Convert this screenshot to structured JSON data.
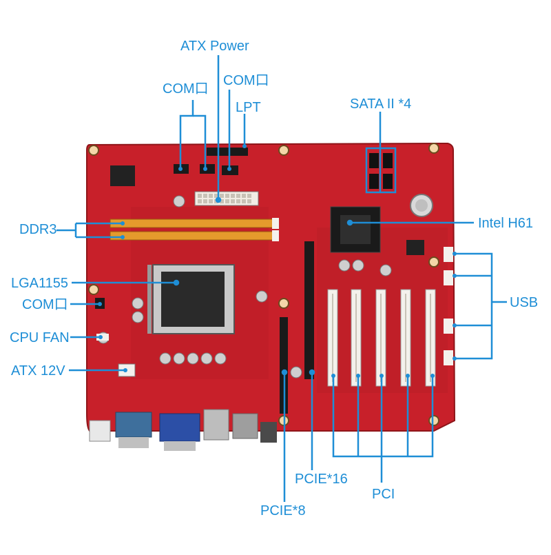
{
  "colors": {
    "label": "#1e8ed6",
    "line": "#1e8ed6",
    "board": "#c8202a",
    "board_dark": "#8e1519",
    "slot_white": "#f4f1ec",
    "dimm_orange": "#e59a2c",
    "socket_gray": "#2a2a2a",
    "vga_blue": "#2c4fa6",
    "serial_blue": "#3e6f9c"
  },
  "labels": {
    "atx_power": "ATX Power",
    "com_top_left": "COM口",
    "com_top_right": "COM口",
    "lpt": "LPT",
    "sata": "SATA II *4",
    "intel_h61": "Intel H61",
    "ddr3": "DDR3",
    "usb": "USB",
    "lga1155": "LGA1155",
    "com_left": "COM口",
    "cpu_fan": "CPU FAN",
    "atx_12v": "ATX 12V",
    "pcie16": "PCIE*16",
    "pci": "PCI",
    "pcie8": "PCIE*8"
  },
  "icons": {
    "board": "motherboard-photo",
    "chipset": "chipset-heatsink-icon",
    "cmos_battery": "coin-battery-icon"
  }
}
